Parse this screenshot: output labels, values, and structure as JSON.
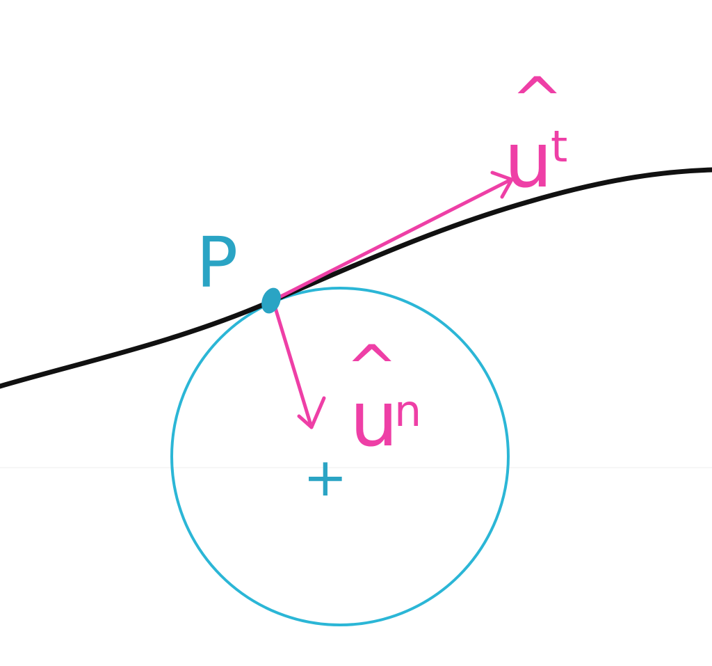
{
  "point": {
    "label": "P"
  },
  "tangent_vector": {
    "label": "u",
    "subscript": "t",
    "hat": "^"
  },
  "normal_vector": {
    "label": "u",
    "subscript": "n",
    "hat": "^"
  },
  "center_marker": {
    "glyph": "+"
  },
  "colors": {
    "curve": "#111111",
    "circle": "#2bb6d6",
    "point": "#2aa4c4",
    "vectors": "#ee3fa6",
    "point_label": "#2aa4c4",
    "center_marker": "#2aa4c4"
  },
  "icons": [
    "point-dot-icon",
    "center-cross-icon",
    "arrowhead-icon"
  ]
}
